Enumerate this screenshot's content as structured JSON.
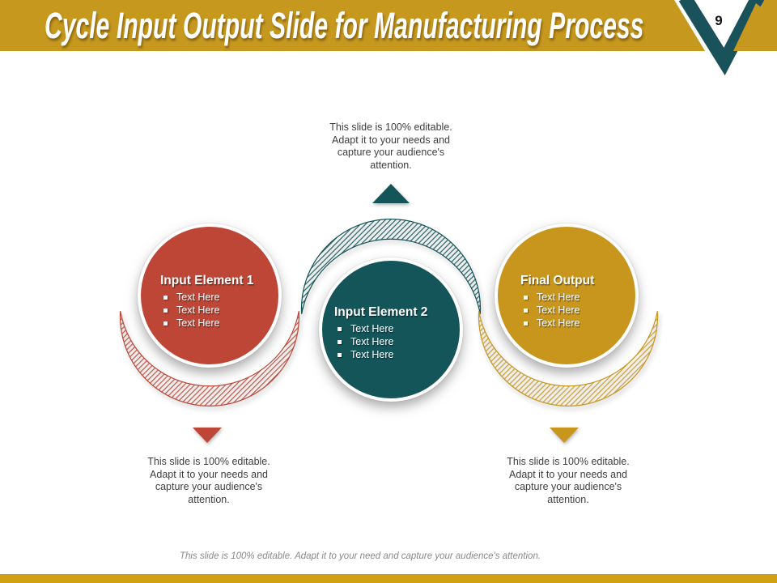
{
  "slide": {
    "header": {
      "title": "Cycle Input Output Slide for Manufacturing Process",
      "page_number": "9",
      "bar_color": "#C6981E",
      "check_color": "#1A525C"
    },
    "editable_note": {
      "lines": [
        "This slide is 100% editable.",
        "Adapt it to your needs and",
        "capture your audience's",
        "attention."
      ]
    },
    "circles": [
      {
        "title": "Input Element 1",
        "bullets": [
          "Text Here",
          "Text Here",
          "Text Here"
        ],
        "color": "#BE4636",
        "arrow_direction": "down"
      },
      {
        "title": "Input Element 2",
        "bullets": [
          "Text Here",
          "Text Here",
          "Text Here"
        ],
        "color": "#14555A",
        "arrow_direction": "up"
      },
      {
        "title": "Final Output",
        "bullets": [
          "Text Here",
          "Text Here",
          "Text Here"
        ],
        "color": "#C8961D",
        "arrow_direction": "down"
      }
    ],
    "footer": {
      "text": "This slide is 100% editable. Adapt it to your need and capture your audience's attention.",
      "bar_color": "#D2A011"
    }
  }
}
